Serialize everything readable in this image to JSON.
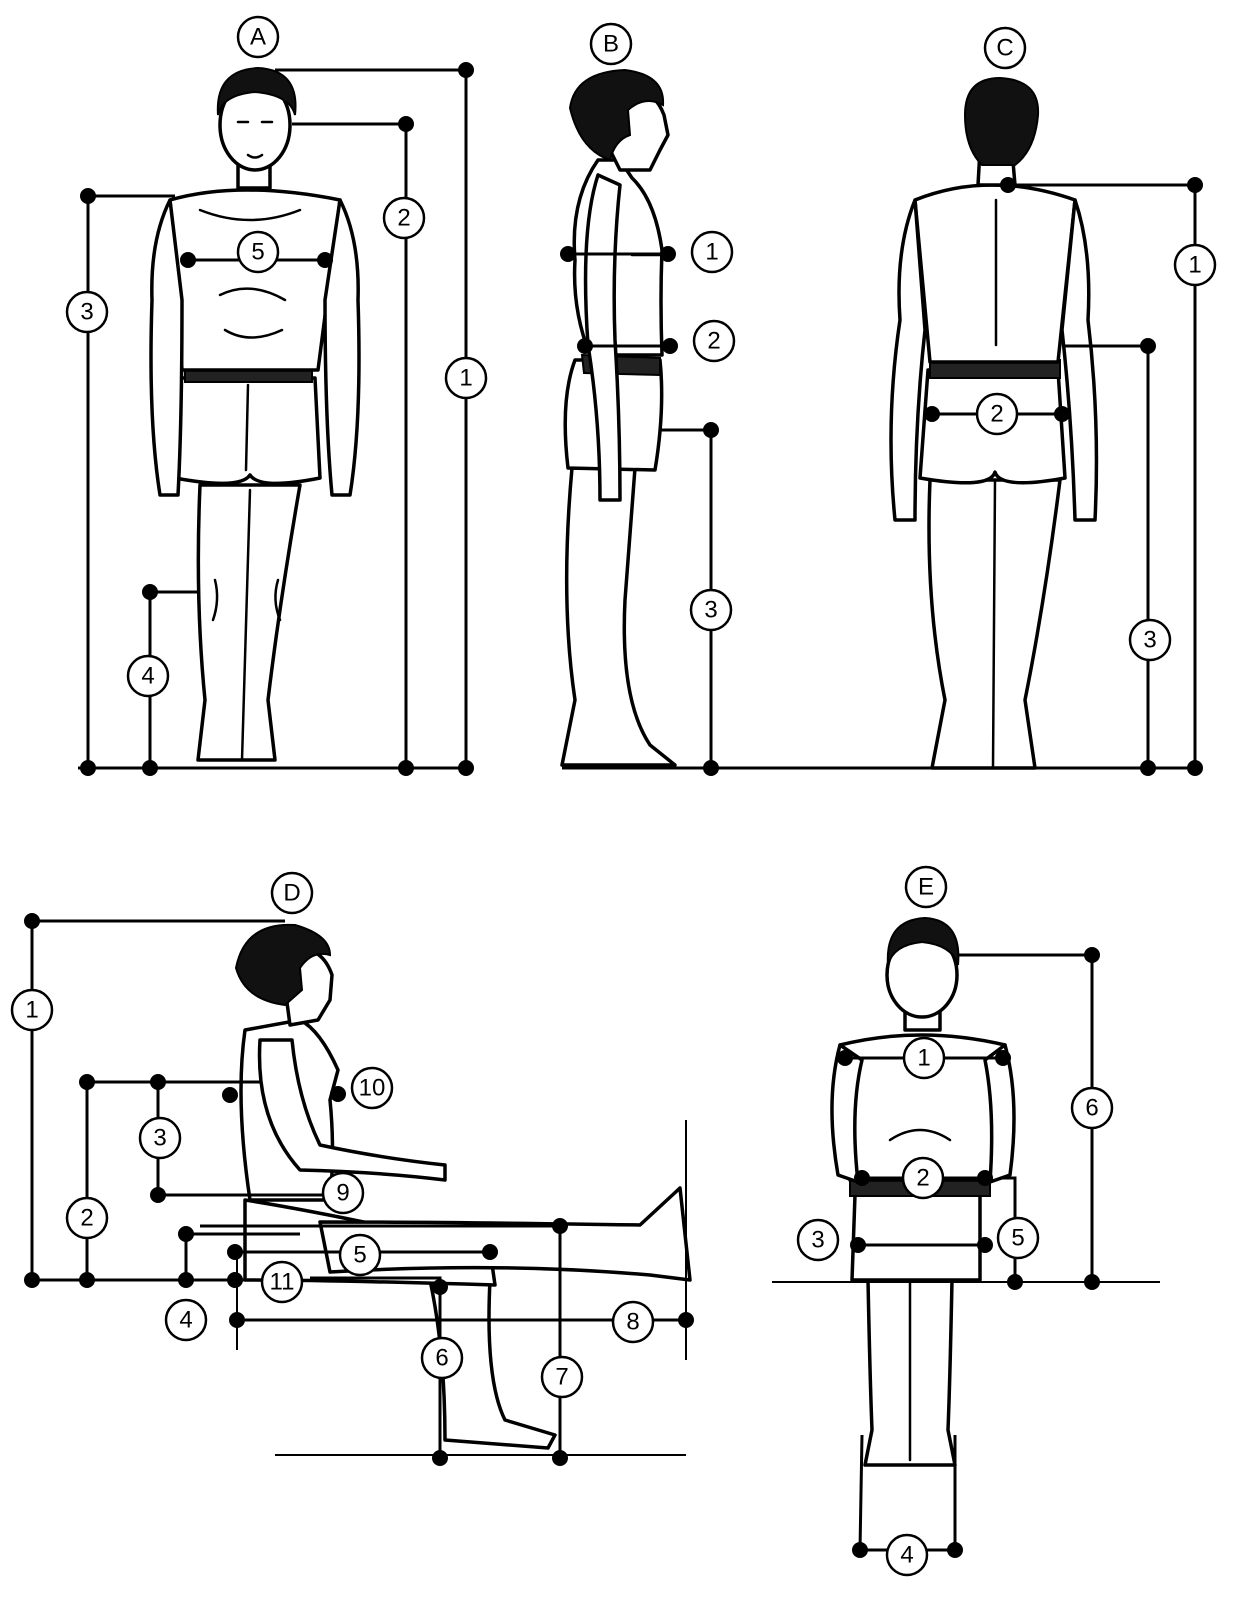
{
  "figures": [
    {
      "id": "A",
      "label": "A",
      "measurements": [
        "1",
        "2",
        "3",
        "4",
        "5"
      ]
    },
    {
      "id": "B",
      "label": "B",
      "measurements": [
        "1",
        "2",
        "3"
      ]
    },
    {
      "id": "C",
      "label": "C",
      "measurements": [
        "1",
        "2",
        "3"
      ]
    },
    {
      "id": "D",
      "label": "D",
      "measurements": [
        "1",
        "2",
        "3",
        "4",
        "5",
        "6",
        "7",
        "8",
        "9",
        "10",
        "11"
      ]
    },
    {
      "id": "E",
      "label": "E",
      "measurements": [
        "1",
        "2",
        "3",
        "4",
        "5",
        "6"
      ]
    }
  ]
}
